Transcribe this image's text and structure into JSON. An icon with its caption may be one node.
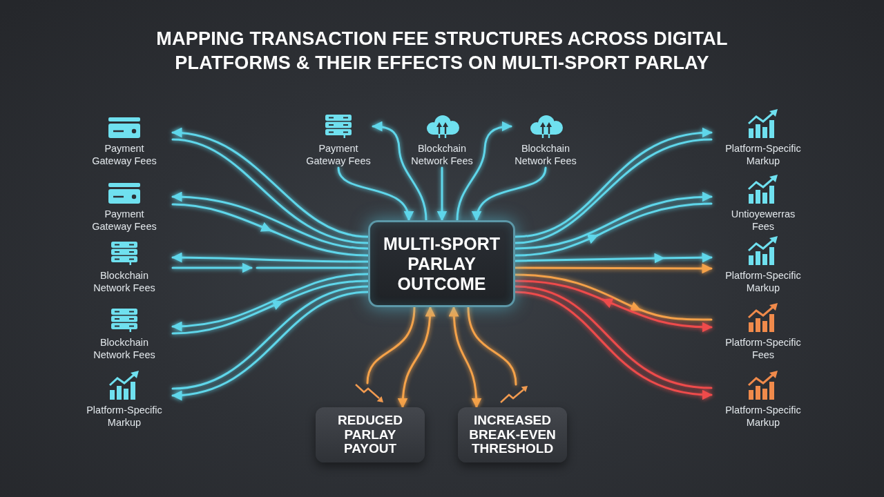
{
  "diagram": {
    "title": "MAPPING TRANSACTION FEE STRUCTURES ACROSS DIGITAL PLATFORMS & THEIR EFFECTS ON MULTI-SPORT PARLAY",
    "nodes": [
      {
        "text": [
          "Payment Gateway Fees"
        ]
      },
      {
        "text": [
          "Payment Gateway Fees"
        ]
      },
      {
        "text": [
          "Blockchain Network Fees"
        ]
      },
      {
        "text": [
          "Blockchain Network Fees"
        ]
      },
      {
        "text": [
          "Platform-Specific Markup"
        ]
      },
      {
        "text": [
          "Payment Gateway Fees"
        ]
      },
      {
        "text": [
          "Blockchain Network Fees"
        ]
      },
      {
        "text": [
          "Blockchain Network Fees"
        ]
      },
      {
        "text": [
          "MULTI-SPORT PARLAY OUTCOME"
        ]
      },
      {
        "text": [
          "Platform-Specific Markup"
        ]
      },
      {
        "text": [
          "Untioyewerras Fees"
        ]
      },
      {
        "text": [
          "Platform-Specific Markup"
        ]
      },
      {
        "text": [
          "Platform-Specific Fees"
        ]
      },
      {
        "text": [
          "Platform-Specific Markup"
        ]
      },
      {
        "text": [
          "REDUCED PARLAY PAYOUT"
        ]
      },
      {
        "text": [
          "INCREASED BREAK-EVEN THRESHOLD"
        ]
      },
      {
        "text": [],
        "shape": "picture"
      },
      {
        "text": [],
        "shape": "picture"
      }
    ],
    "edges": [
      {
        "from": 8,
        "to": 0,
        "arrow": "to"
      },
      {
        "from": 0,
        "to": 8,
        "arrow": "none"
      },
      {
        "from": 8,
        "to": 1,
        "arrow": "to"
      },
      {
        "from": 1,
        "to": null,
        "arrow": "to"
      },
      {
        "from": null,
        "to": 8,
        "arrow": "none"
      },
      {
        "from": 8,
        "to": 2,
        "arrow": "to"
      },
      {
        "from": 2,
        "to": null,
        "arrow": "to"
      },
      {
        "from": null,
        "to": 8,
        "arrow": "none"
      },
      {
        "from": 8,
        "to": 3,
        "arrow": "to"
      },
      {
        "from": 3,
        "to": null,
        "arrow": "to"
      },
      {
        "from": null,
        "to": 8,
        "arrow": "none"
      },
      {
        "from": 4,
        "to": 8,
        "arrow": "none"
      },
      {
        "from": 8,
        "to": 4,
        "arrow": "to"
      },
      {
        "from": 5,
        "to": 8,
        "arrow": "to"
      },
      {
        "from": 8,
        "to": 5,
        "arrow": "to"
      },
      {
        "from": 6,
        "to": 8,
        "arrow": "to"
      },
      {
        "from": 8,
        "to": 7,
        "arrow": "to"
      },
      {
        "from": 7,
        "to": 8,
        "arrow": "to"
      },
      {
        "from": 8,
        "to": 9,
        "arrow": "to"
      },
      {
        "from": 8,
        "to": 9,
        "arrow": "none"
      },
      {
        "from": 8,
        "to": 10,
        "arrow": "to"
      },
      {
        "from": 8,
        "to": null,
        "arrow": "to"
      },
      {
        "from": null,
        "to": 10,
        "arrow": "none"
      },
      {
        "from": 8,
        "to": 11,
        "arrow": "to"
      },
      {
        "from": 8,
        "to": 11,
        "arrow": "to",
        "color": "#f5a24a"
      },
      {
        "from": 8,
        "to": null,
        "arrow": "to",
        "color": "#f5a24a"
      },
      {
        "from": null,
        "to": 12,
        "arrow": "none",
        "color": "#f5a24a"
      },
      {
        "from": 12,
        "to": null,
        "arrow": "both",
        "color": "#ee4b4b"
      },
      {
        "from": null,
        "to": 8,
        "arrow": "none",
        "color": "#ee4b4b"
      },
      {
        "from": 8,
        "to": 13,
        "arrow": "none",
        "color": "#ee4b4b"
      },
      {
        "from": 8,
        "to": 13,
        "arrow": "to",
        "color": "#ee4b4b"
      },
      {
        "from": 8,
        "to": 16,
        "arrow": "none",
        "color": "#f5a24a"
      },
      {
        "from": 8,
        "to": 14,
        "arrow": "both",
        "color": "#f5a24a"
      },
      {
        "from": 8,
        "to": 15,
        "arrow": "both",
        "color": "#f5a24a"
      },
      {
        "from": 8,
        "to": 17,
        "arrow": "none",
        "color": "#f5a24a"
      }
    ]
  }
}
